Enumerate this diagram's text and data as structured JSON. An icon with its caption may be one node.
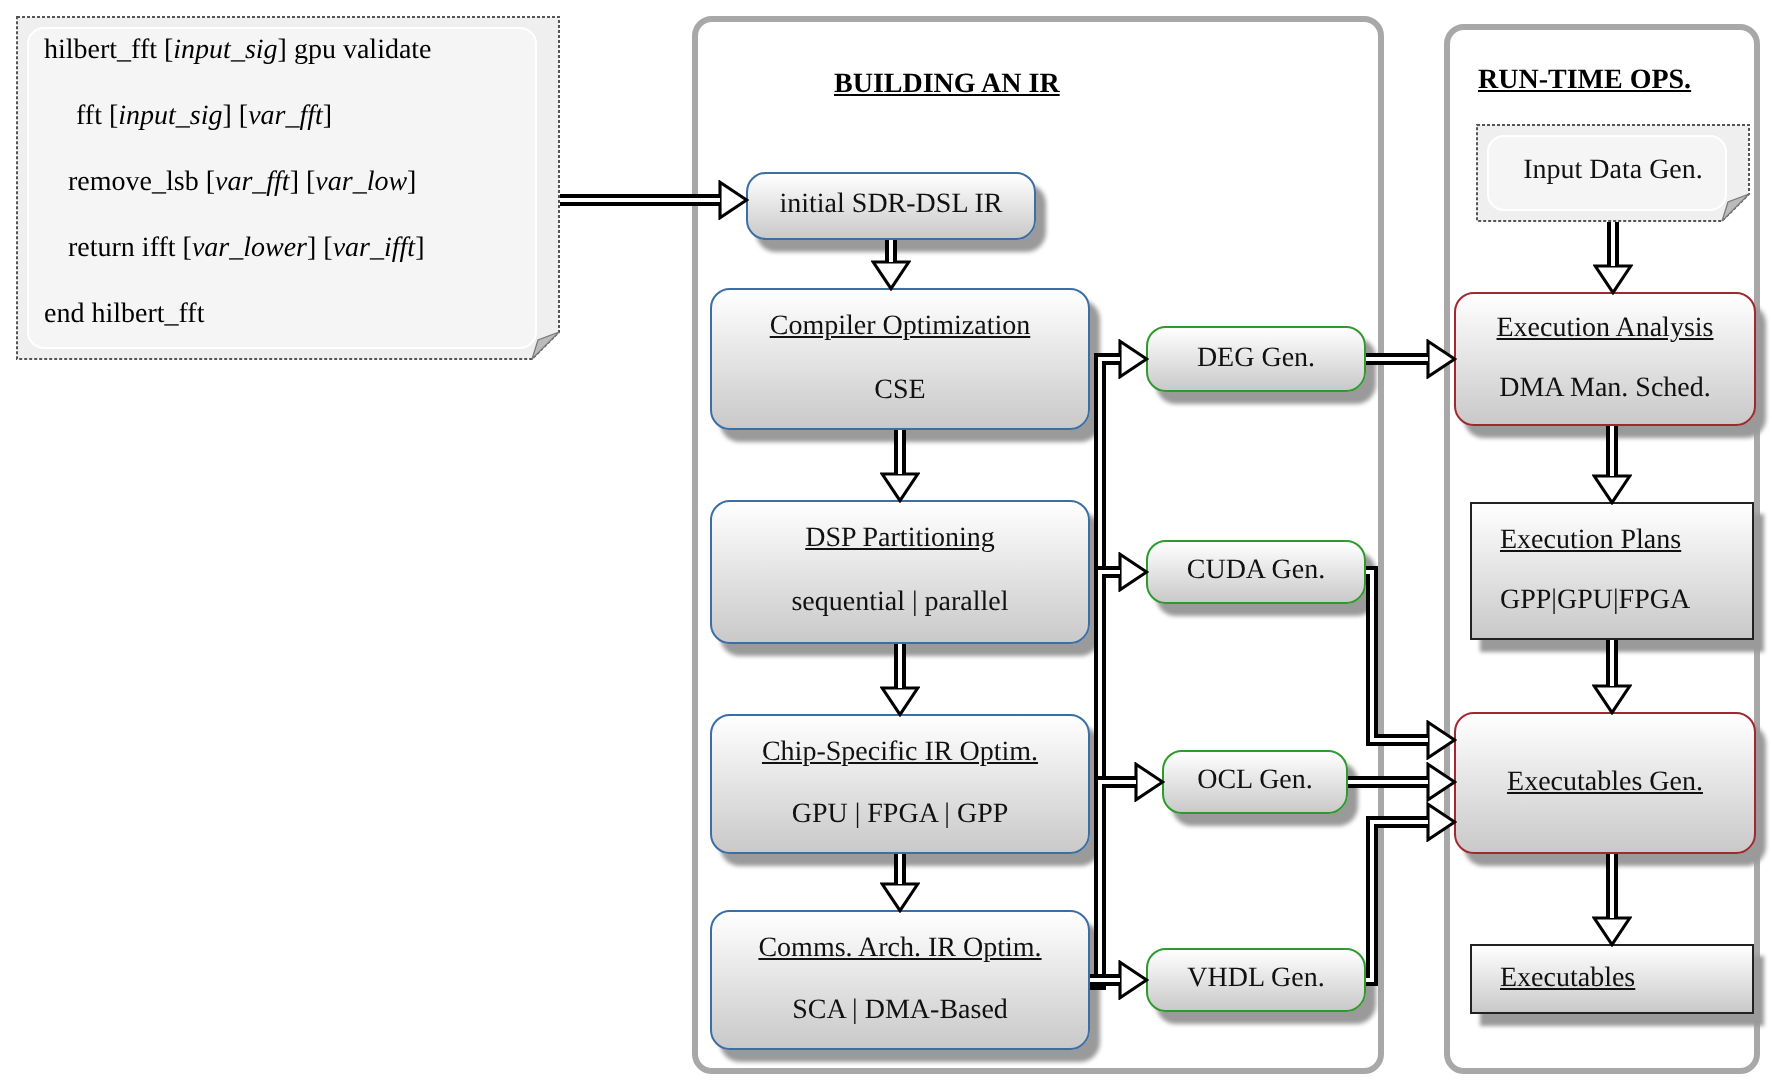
{
  "diagram": {
    "nodes": [
      {
        "text": [
          "hilbert_fft [*input_sig*] gpu validate",
          "fft [*input_sig*] [*var_fft*]",
          "remove_lsb [*var_fft*] [*var_low*]",
          "return ifft [*var_lower*] [*var_ifft*]",
          "end hilbert_fft"
        ]
      },
      {
        "text": [
          "BUILDING AN IR"
        ]
      },
      {
        "text": [
          "initial SDR-DSL IR"
        ],
        "in": 1
      },
      {
        "text": [
          "Compiler Optimization",
          "CSE"
        ],
        "in": 1
      },
      {
        "text": [
          "DSP Partitioning",
          "sequential | parallel"
        ],
        "in": 1
      },
      {
        "text": [
          "Chip-Specific IR Optim.",
          "GPU | FPGA | GPP"
        ],
        "in": 1
      },
      {
        "text": [
          "Comms. Arch. IR Optim.",
          "SCA | DMA-Based"
        ],
        "in": 1
      },
      {
        "text": [
          "DEG Gen."
        ],
        "in": 1
      },
      {
        "text": [
          "CUDA Gen."
        ],
        "in": 1
      },
      {
        "text": [
          "OCL Gen."
        ],
        "in": 1
      },
      {
        "text": [
          "VHDL Gen."
        ],
        "in": 1
      },
      {
        "text": [
          "RUN-TIME OPS."
        ]
      },
      {
        "text": [
          "Input Data Gen."
        ],
        "in": 11
      },
      {
        "text": [
          "Execution Analysis",
          "DMA Man. Sched."
        ],
        "in": 11
      },
      {
        "text": [
          "Execution Plans",
          "GPP|GPU|FPGA"
        ],
        "in": 11
      },
      {
        "text": [
          "Executables Gen."
        ],
        "in": 11
      },
      {
        "text": [
          "Executables"
        ],
        "in": 11
      }
    ],
    "edges": [
      {
        "from": 0,
        "to": 2,
        "arrow": "to"
      },
      {
        "from": 2,
        "to": 3,
        "arrow": "to"
      },
      {
        "from": 3,
        "to": 4,
        "arrow": "to"
      },
      {
        "from": 4,
        "to": 5,
        "arrow": "to"
      },
      {
        "from": 5,
        "to": 6,
        "arrow": "to"
      },
      {
        "from": 6,
        "to": 7,
        "arrow": "to"
      },
      {
        "from": 6,
        "to": 8,
        "arrow": "to"
      },
      {
        "from": 6,
        "to": 9,
        "arrow": "to"
      },
      {
        "from": 6,
        "to": 10,
        "arrow": "to"
      },
      {
        "from": 7,
        "to": 13,
        "arrow": "to"
      },
      {
        "from": 8,
        "to": 15,
        "arrow": "to"
      },
      {
        "from": 9,
        "to": 15,
        "arrow": "to"
      },
      {
        "from": 10,
        "to": 15,
        "arrow": "to"
      },
      {
        "from": 12,
        "to": 13,
        "arrow": "to"
      },
      {
        "from": 13,
        "to": 14,
        "arrow": "to"
      },
      {
        "from": 14,
        "to": 15,
        "arrow": "to"
      },
      {
        "from": 15,
        "to": 16,
        "arrow": "to"
      }
    ]
  }
}
